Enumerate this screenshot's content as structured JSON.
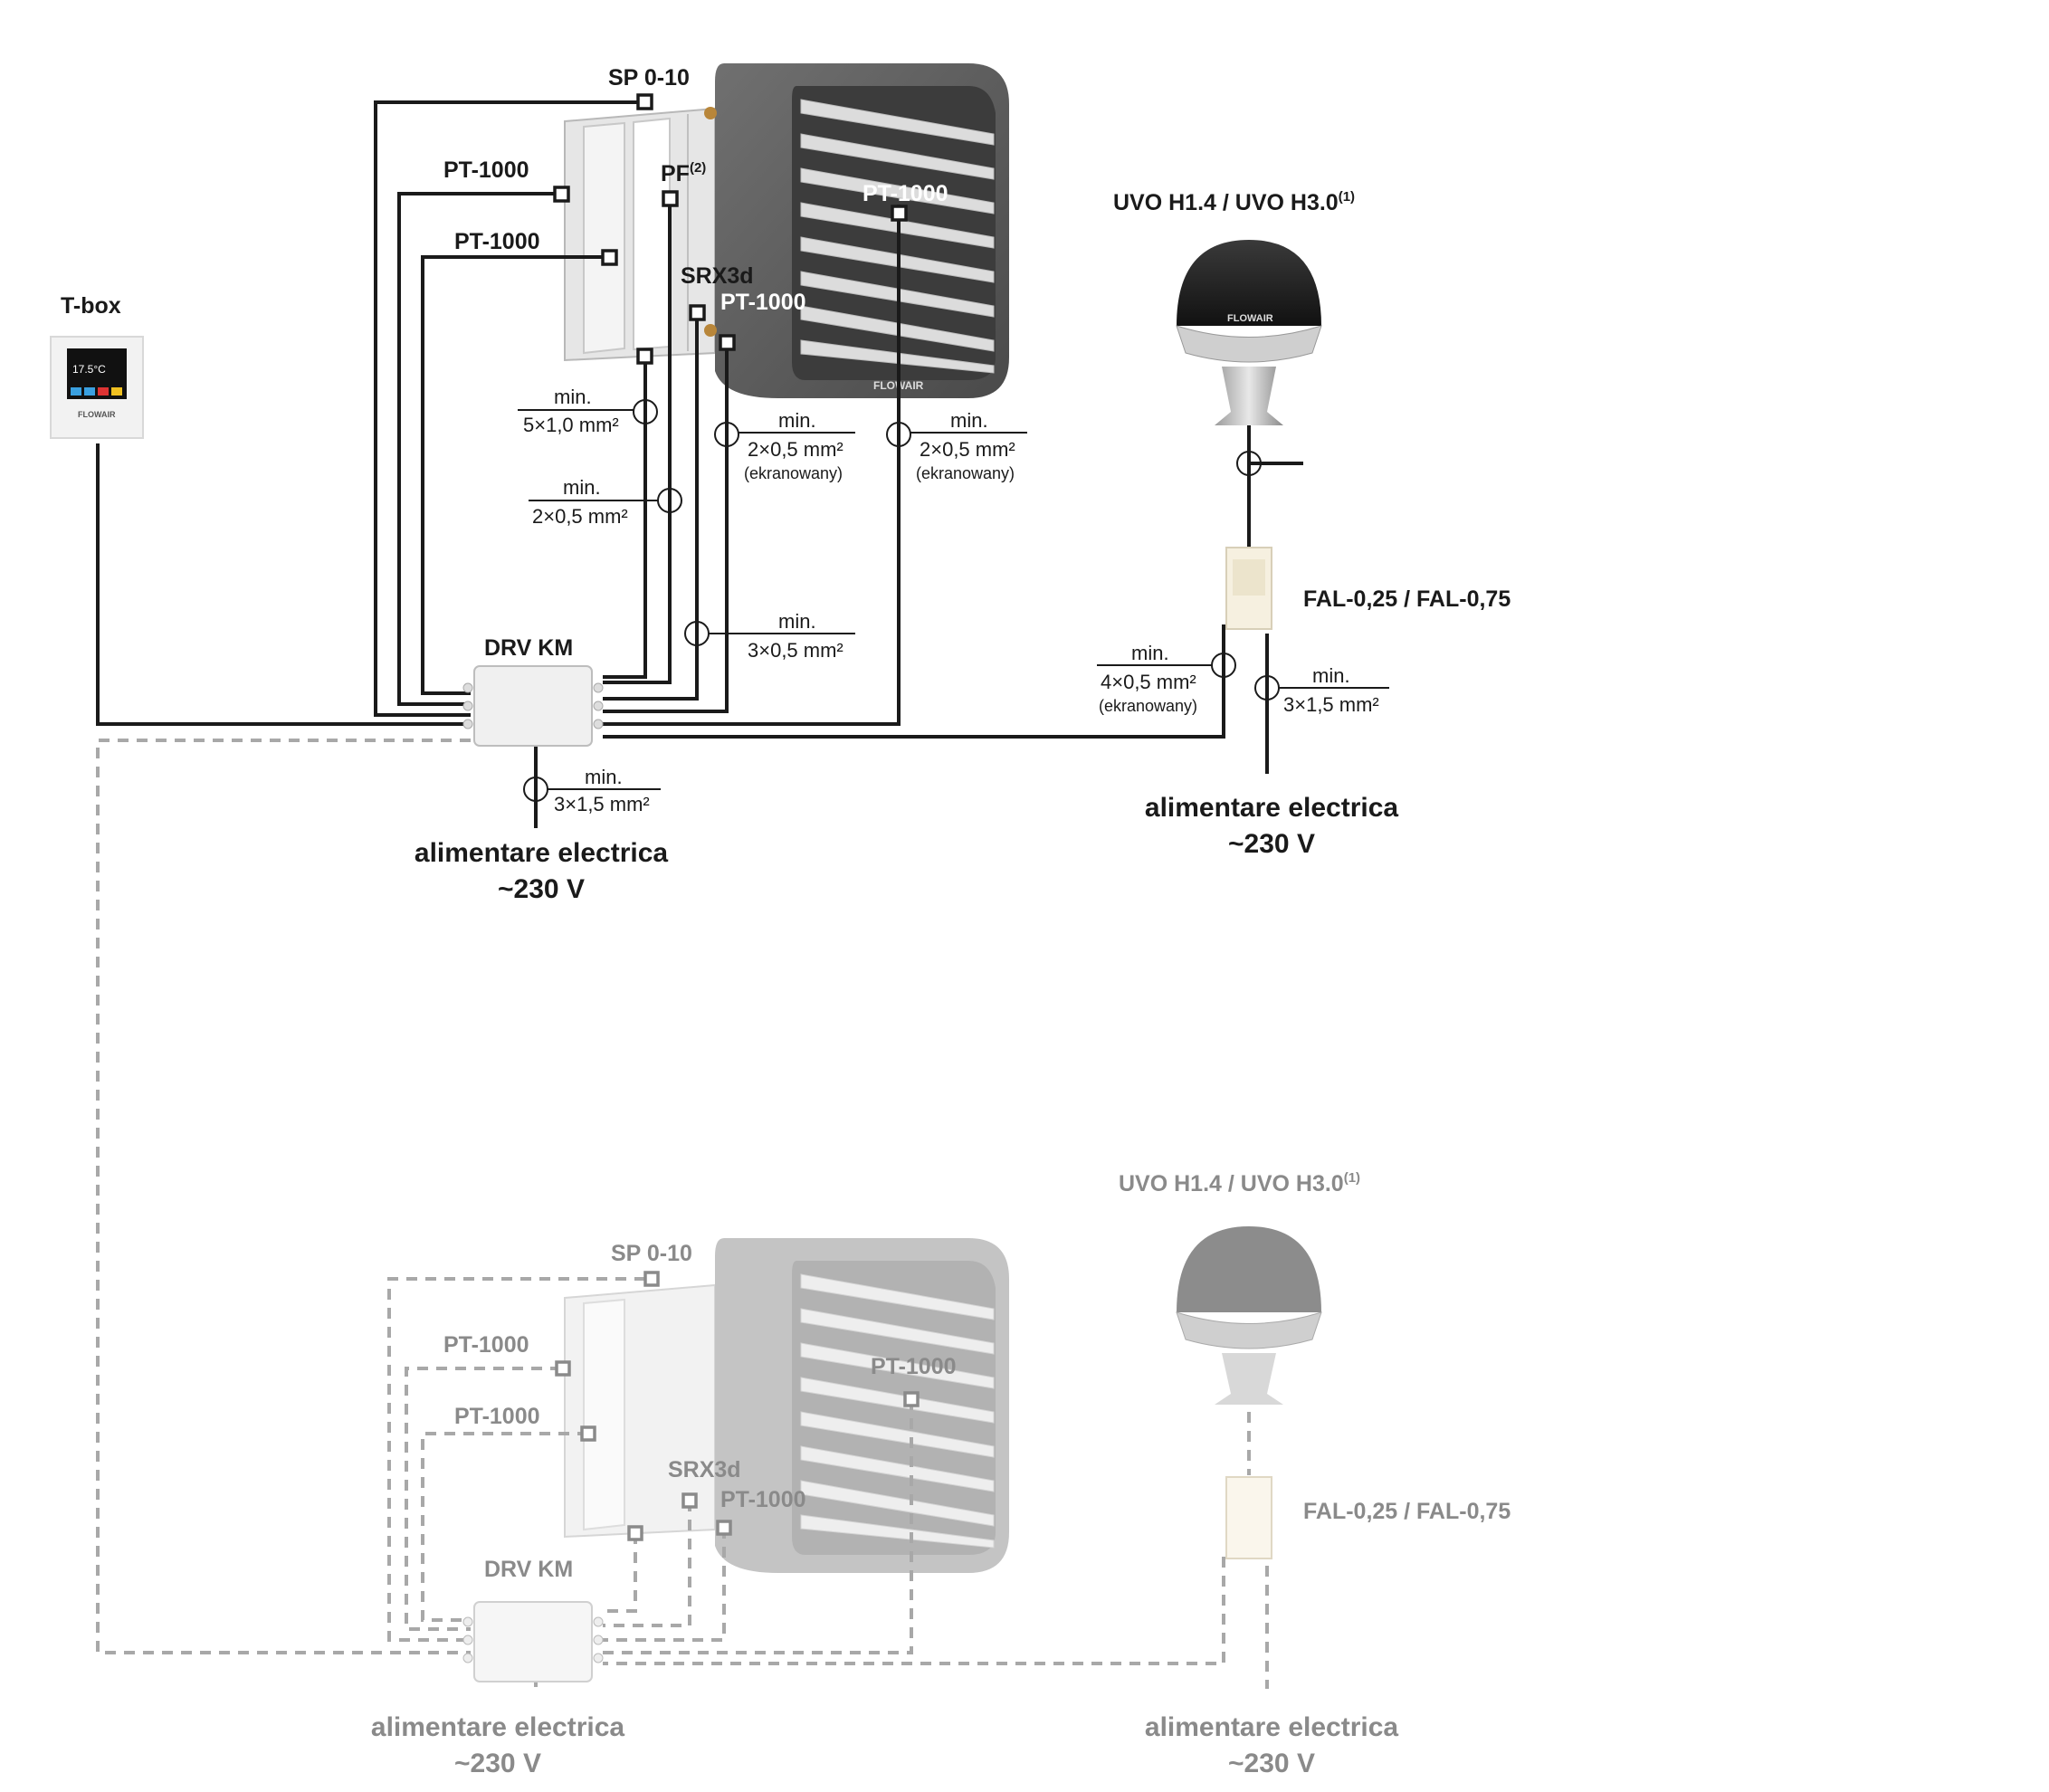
{
  "top": {
    "sp": "SP 0-10",
    "pt1": "PT-1000",
    "pt2": "PT-1000",
    "pf": "PF",
    "pf_sup": "(2)",
    "pt_heater": "PT-1000",
    "srx": "SRX3d",
    "pt_srx": "PT-1000",
    "tbox": "T-box",
    "tbox_temp": "17.5°C",
    "uvo": "UVO H1.4 / UVO H3.0",
    "uvo_sup": "(1)",
    "fal": "FAL-0,25 / FAL-0,75",
    "drv": "DRV KM",
    "brand": "FLOWAIR",
    "drv_power_l1": "alimentare electrica",
    "drv_power_l2": "~230 V",
    "fal_power_l1": "alimentare electrica",
    "fal_power_l2": "~230 V",
    "cables": {
      "c1_top": "min.",
      "c1_bot": "5×1,0 mm²",
      "c2_top": "min.",
      "c2_bot": "2×0,5 mm²",
      "c3_top": "min.",
      "c3_bot": "2×0,5 mm²",
      "c3_note": "(ekranowany)",
      "c4_top": "min.",
      "c4_bot": "2×0,5 mm²",
      "c4_note": "(ekranowany)",
      "c5_top": "min.",
      "c5_bot": "3×0,5 mm²",
      "c6_top": "min.",
      "c6_bot": "3×1,5 mm²",
      "c7_top": "min.",
      "c7_bot": "4×0,5 mm²",
      "c7_note": "(ekranowany)",
      "c8_top": "min.",
      "c8_bot": "3×1,5 mm²"
    }
  },
  "bottom": {
    "sp": "SP 0-10",
    "pt1": "PT-1000",
    "pt2": "PT-1000",
    "pt_heater": "PT-1000",
    "srx": "SRX3d",
    "pt_srx": "PT-1000",
    "uvo": "UVO H1.4 / UVO H3.0",
    "uvo_sup": "(1)",
    "fal": "FAL-0,25 / FAL-0,75",
    "drv": "DRV KM",
    "drv_power_l1": "alimentare electrica",
    "drv_power_l2": "~230 V",
    "fal_power_l1": "alimentare electrica",
    "fal_power_l2": "~230 V"
  },
  "colors": {
    "wire": "#1a1a1a",
    "dashed": "#a8a8a8",
    "heater": "#5f5f5f",
    "grey_text": "#8a8a8a"
  }
}
